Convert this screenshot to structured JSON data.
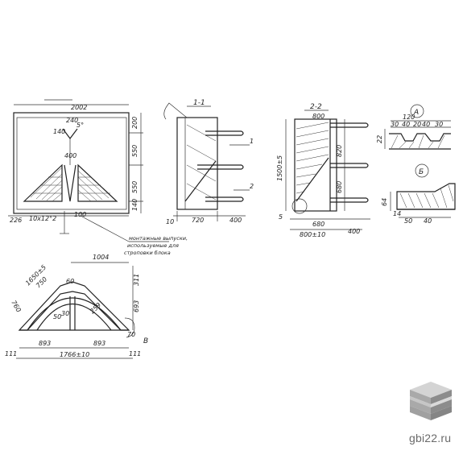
{
  "brand": {
    "site": "gbi22.ru",
    "logo": "stacked-slabs-logo",
    "logo_color": "#9e9e9e"
  },
  "drawing": {
    "front": {
      "labels": [
        "2002",
        "240",
        "140",
        "5°",
        "200",
        "550",
        "550",
        "400",
        "140",
        "226",
        "10x12°2",
        "100"
      ]
    },
    "section_1": {
      "title": "1-1",
      "labels": [
        "720",
        "400",
        "10",
        "1",
        "2"
      ]
    },
    "section_2": {
      "title": "2-2",
      "labels": [
        "800",
        "820",
        "680",
        "1500±5",
        "680",
        "800±10",
        "400",
        "5"
      ]
    },
    "detail_a": {
      "title": "A",
      "labels": [
        "120",
        "30",
        "40",
        "20",
        "40",
        "30",
        "22"
      ]
    },
    "detail_b": {
      "title": "Б",
      "labels": [
        "64",
        "50",
        "40",
        "14"
      ]
    },
    "plan": {
      "labels": [
        "1004",
        "1650±5",
        "750",
        "760",
        "311",
        "693",
        "50",
        "60",
        "30",
        "259",
        "70",
        "111",
        "893",
        "893",
        "111",
        "1766±10",
        "В"
      ]
    },
    "note_lines": [
      "монтажные выпуски,",
      "используемые для",
      "строповки блока"
    ]
  },
  "colors": {
    "ink": "#222222",
    "paper": "#ffffff"
  }
}
